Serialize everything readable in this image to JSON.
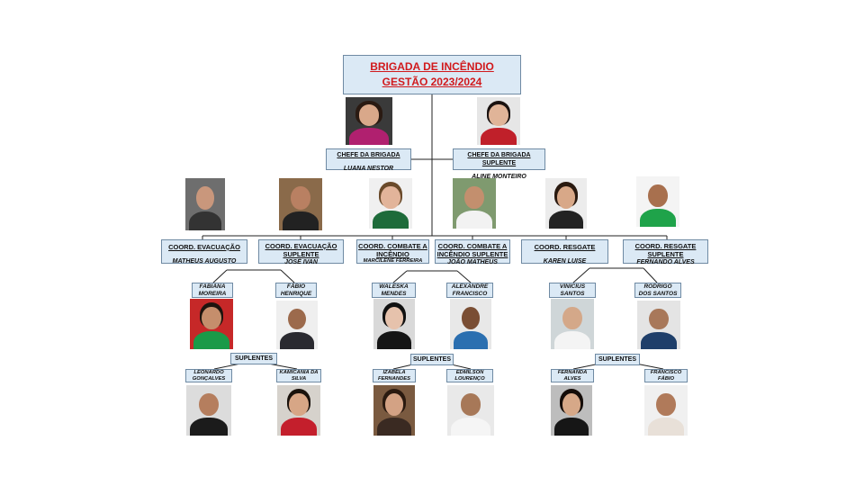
{
  "header": {
    "title_line1": "BRIGADA DE INCÊNDIO",
    "title_line2": "GESTÃO 2023/2024"
  },
  "chiefs": [
    {
      "label": "CHEFE DA BRIGADA",
      "name": "LUANA NESTOR"
    },
    {
      "label": "CHEFE DA BRIGADA SUPLENTE",
      "name": "ALINE MONTEIRO"
    }
  ],
  "coords": [
    {
      "label1": "COORD. EVACUAÇÃO",
      "label2": "",
      "name": "MATHEUS AUGUSTO"
    },
    {
      "label1": "COORD. EVACUAÇÃO",
      "label2": "SUPLENTE",
      "name": "JOSÉ IVAN"
    },
    {
      "label1": "COORD. COMBATE A",
      "label2": "INCÊNDIO",
      "name": "MARCILENE FERREIRA"
    },
    {
      "label1": "COORD. COMBATE A",
      "label2": "INCÊNDIO SUPLENTE",
      "name": "JOÃO MATHEUS"
    },
    {
      "label1": "COORD. RESGATE",
      "label2": "",
      "name": "KAREN LUISE"
    },
    {
      "label1": "COORD. RESGATE",
      "label2": "SUPLENTE",
      "name": "FERNANDO ALVES"
    }
  ],
  "members": [
    {
      "l1": "FABIANA",
      "l2": "MOREIRA"
    },
    {
      "l1": "FÁBIO",
      "l2": "HENRIQUE"
    },
    {
      "l1": "WALESKA",
      "l2": "MENDES"
    },
    {
      "l1": "ALEXANDRE",
      "l2": "FRANCISCO"
    },
    {
      "l1": "VINICIUS",
      "l2": "SANTOS"
    },
    {
      "l1": "RODRIGO",
      "l2": "DOS SANTOS"
    }
  ],
  "suplentes_label": "SUPLENTES",
  "suplentes": [
    {
      "l1": "LEONARDO",
      "l2": "GONÇALVES"
    },
    {
      "l1": "KAMICANIA DA",
      "l2": "SILVA"
    },
    {
      "l1": "IZABELA",
      "l2": "FERNANDES"
    },
    {
      "l1": "EDMILSON",
      "l2": "LOURENÇO"
    },
    {
      "l1": "FERNANDA",
      "l2": "ALVES"
    },
    {
      "l1": "FRANCISCO",
      "l2": "FÁBIO"
    }
  ]
}
